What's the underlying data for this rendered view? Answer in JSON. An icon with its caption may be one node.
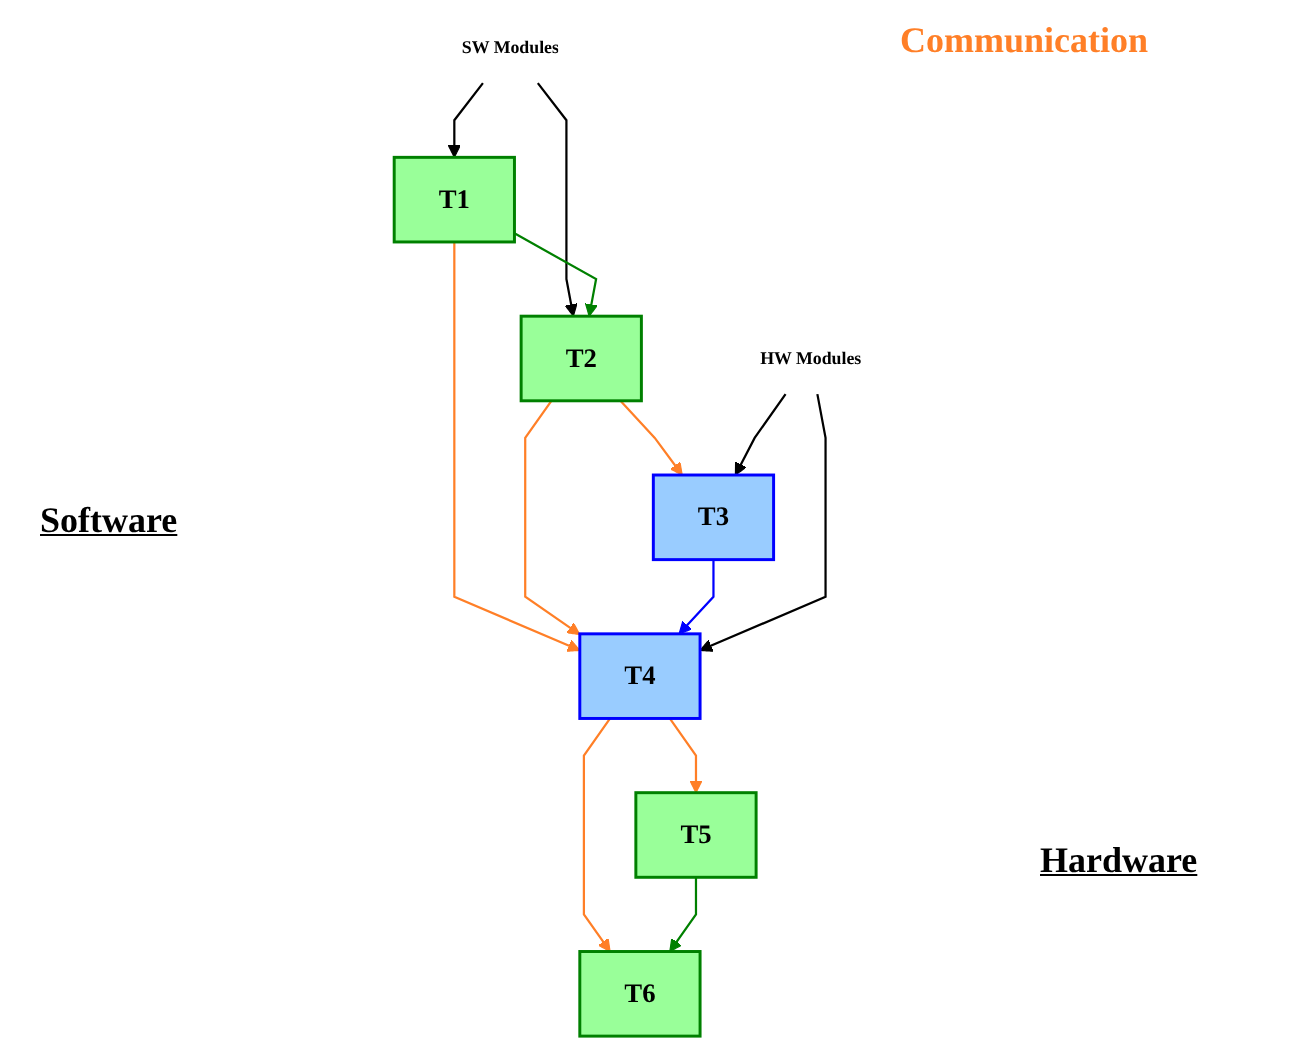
{
  "diagram": {
    "nodes": [
      {
        "text": [
          "SW Modules"
        ]
      },
      {
        "text": [
          "T1"
        ]
      },
      {
        "text": [
          "T2"
        ]
      },
      {
        "text": [
          "T3"
        ]
      },
      {
        "text": [
          "HW Modules"
        ]
      },
      {
        "text": [
          "T4"
        ]
      },
      {
        "text": [
          "T5"
        ]
      },
      {
        "text": [
          "T6"
        ]
      }
    ],
    "edges": [
      {
        "from": 0,
        "to": 1,
        "arrow": "to",
        "color": "#000000"
      },
      {
        "from": 0,
        "to": 2,
        "arrow": "to",
        "color": "#000000"
      },
      {
        "from": 1,
        "to": 2,
        "arrow": "to",
        "color": "#008000"
      },
      {
        "from": 1,
        "to": 5,
        "arrow": "to"
      },
      {
        "from": 2,
        "to": 3,
        "arrow": "to"
      },
      {
        "from": 2,
        "to": 5,
        "arrow": "to"
      },
      {
        "from": 3,
        "to": 5,
        "arrow": "to",
        "color": "#0000ff"
      },
      {
        "from": 4,
        "to": 3,
        "arrow": "to",
        "color": "#000000"
      },
      {
        "from": 4,
        "to": 5,
        "arrow": "to",
        "color": "#000000"
      },
      {
        "from": 5,
        "to": 6,
        "arrow": "to"
      },
      {
        "from": 5,
        "to": 7,
        "arrow": "to"
      },
      {
        "from": 6,
        "to": 7,
        "arrow": "to",
        "color": "#008000"
      }
    ],
    "labels": [
      "Communication",
      "Software",
      "Hardware"
    ]
  }
}
